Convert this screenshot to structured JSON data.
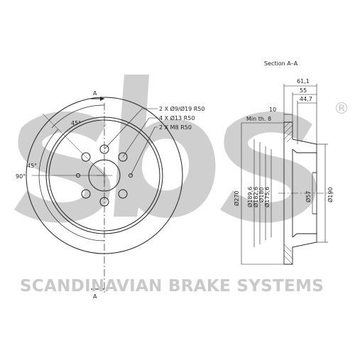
{
  "section_title": "Section  A–A",
  "section_letter": "A",
  "hole_callouts": [
    "2  X  Ø9/Ø19   R50",
    "4  X  Ø13   R50",
    "2  X  M8   R50"
  ],
  "angles": {
    "a45_top": "45°",
    "a45_mid": "45°",
    "a90": "90°"
  },
  "horizontal_dims": {
    "d611": "61,1",
    "d55": "55",
    "d447": "44,7",
    "d10": "10",
    "min_th": "Min th. 8"
  },
  "vertical_dims": [
    "Ø270",
    "Ø189,6",
    "Ø182,6",
    "Ø180",
    "Ø175,6",
    "Ø57",
    "Ø190"
  ],
  "brand_watermark": "SCANDINAVIAN BRAKE SYSTEMS",
  "registered_mark": "®",
  "colors": {
    "line": "#222222",
    "watermark": "#c9c9c9"
  }
}
